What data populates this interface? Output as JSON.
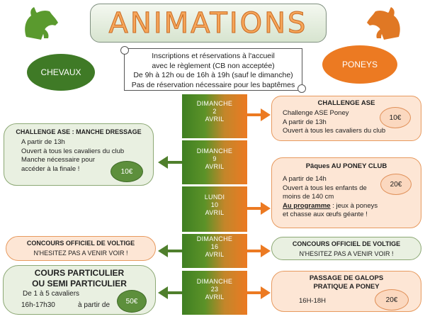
{
  "title": "ANIMATIONS",
  "categories": {
    "left": "CHEVAUX",
    "right": "PONEYS"
  },
  "logos": {
    "left": "horse-head-icon-green",
    "right": "horse-head-icon-orange"
  },
  "info": [
    "Inscriptions et réservations à l'accueil",
    "avec le règlement (CB non acceptée)",
    "De 9h à 12h ou de 16h à 19h (sauf le dimanche)",
    "Pas de réservation nécessaire pour les baptêmes"
  ],
  "dates": [
    {
      "day": "DIMANCHE",
      "num": "2",
      "month": "AVRIL"
    },
    {
      "day": "DIMANCHE",
      "num": "9",
      "month": "AVRIL"
    },
    {
      "day": "LUNDI",
      "num": "10",
      "month": "AVRIL"
    },
    {
      "day": "DIMANCHE",
      "num": "16",
      "month": "AVRIL"
    },
    {
      "day": "DIMANCHE",
      "num": "23",
      "month": "AVRIL"
    }
  ],
  "events": {
    "challenge_poney": {
      "title": "CHALLENGE ASE",
      "lines": [
        "Challenge ASE Poney",
        "A partir de 13h",
        "Ouvert à tous les cavaliers du club"
      ],
      "price": "10€"
    },
    "challenge_dressage": {
      "title": "CHALLENGE ASE : MANCHE DRESSAGE",
      "lines": [
        "A partir de 13h",
        "Ouvert à tous les cavaliers du club",
        "Manche nécessaire pour",
        "accéder à la finale !"
      ],
      "price": "10€"
    },
    "paques": {
      "title": "Pâques AU PONEY CLUB",
      "lines": [
        "A partir de 14h",
        "Ouvert à tous les enfants de",
        "moins de 140 cm"
      ],
      "program_label": "Au programme",
      "program_text": " : jeux à poneys",
      "last_line": "et chasse aux œufs géante !",
      "price": "20€"
    },
    "voltige_left": {
      "title": "CONCOURS OFFICIEL DE VOLTIGE",
      "sub": "N'HESITEZ PAS A VENIR VOIR !"
    },
    "voltige_right": {
      "title": "CONCOURS OFFICIEL DE VOLTIGE",
      "sub": "N'HESITEZ PAS A VENIR VOIR !"
    },
    "cours": {
      "title1": "COURS PARTICULIER",
      "title2": "OU SEMI PARTICULIER",
      "line1": "De 1 à 5 cavaliers",
      "line2a": "16h-17h30",
      "line2b": "à partir de",
      "price": "50€"
    },
    "galops": {
      "title1": "PASSAGE DE GALOPS",
      "title2": "PRATIQUE A PONEY",
      "line": "16H-18H",
      "price": "20€"
    }
  },
  "colors": {
    "green": "#4f7f2c",
    "orange": "#ec7a22",
    "light_orange": "#fde6d5",
    "light_green": "#e9f0e1"
  }
}
